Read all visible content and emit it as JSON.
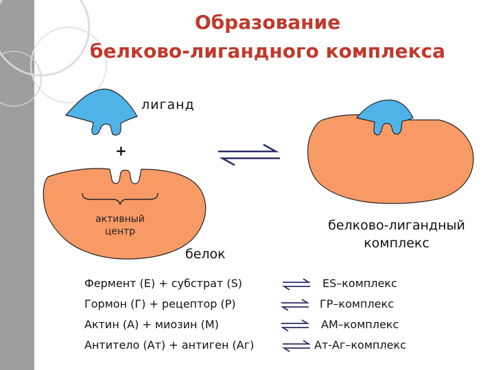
{
  "title": {
    "line1": "Образование",
    "line2": "белково-лигандного комплекса"
  },
  "diagram": {
    "ligand_label": "лиганд",
    "plus": "+",
    "active_center_label": "активный центр",
    "protein_label": "белок",
    "complex_label_line1": "белково-лигандный",
    "complex_label_line2": "комплекс"
  },
  "equations": [
    {
      "left": "Фермент (Е) + субстрат (S)",
      "right": "ES–комплекс"
    },
    {
      "left": "Гормон (Г) + рецептор (Р)",
      "right": "ГР–комплекс"
    },
    {
      "left": "Актин (А) + миозин (М)",
      "right": "АМ–комплекс"
    },
    {
      "left": "Антитело (Ат) + антиген (Аг)",
      "right": "Ат-Аг–комплекс"
    }
  ],
  "colors": {
    "title": "#c0392b",
    "ligand": "#4fb3e8",
    "protein": "#f79a66",
    "side_band": "#9e9e9e"
  }
}
